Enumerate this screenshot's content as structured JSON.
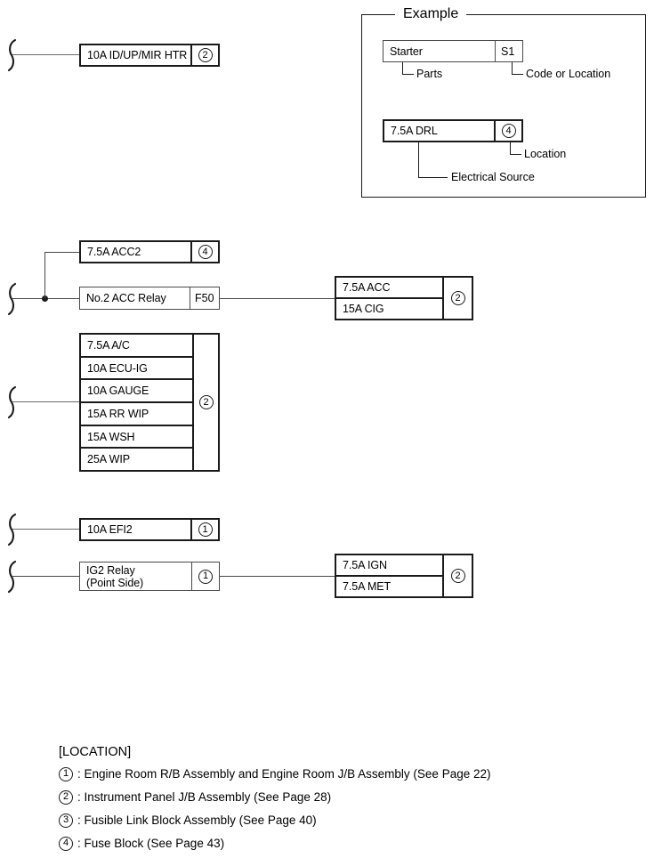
{
  "example": {
    "title": "Example",
    "rows": [
      {
        "name": "Starter",
        "end": "S1",
        "end_type": "text",
        "callout_left": "Parts",
        "callout_right": "Code or Location"
      },
      {
        "name": "7.5A DRL",
        "end": "4",
        "end_type": "circle",
        "callout_left": "Electrical Source",
        "callout_right": "Location"
      }
    ]
  },
  "circuits": [
    {
      "id": "id-up-mir-htr",
      "style": "bold",
      "rows": [
        "10A ID/UP/MIR HTR"
      ],
      "end": "2",
      "end_type": "circle"
    },
    {
      "id": "acc2",
      "style": "bold",
      "rows": [
        "7.5A ACC2"
      ],
      "end": "4",
      "end_type": "circle"
    },
    {
      "id": "no2-acc-relay",
      "style": "thin",
      "rows": [
        "No.2 ACC Relay"
      ],
      "end": "F50",
      "end_type": "text"
    },
    {
      "id": "acc-cig-block",
      "style": "bold",
      "rows": [
        "7.5A ACC",
        "15A CIG"
      ],
      "end": "2",
      "end_type": "circle"
    },
    {
      "id": "ip-jb-block",
      "style": "bold",
      "rows": [
        "7.5A A/C",
        "10A ECU-IG",
        "10A GAUGE",
        "15A RR WIP",
        "15A WSH",
        "25A WIP"
      ],
      "end": "2",
      "end_type": "circle"
    },
    {
      "id": "efi2",
      "style": "bold",
      "rows": [
        "10A EFI2"
      ],
      "end": "1",
      "end_type": "circle"
    },
    {
      "id": "ig2-relay",
      "style": "thin",
      "rows": [
        "IG2 Relay\n(Point Side)"
      ],
      "end": "1",
      "end_type": "circle"
    },
    {
      "id": "ign-met-block",
      "style": "bold",
      "rows": [
        "7.5A IGN",
        "7.5A MET"
      ],
      "end": "2",
      "end_type": "circle"
    }
  ],
  "legend": {
    "title": "[LOCATION]",
    "items": [
      {
        "num": "1",
        "text": ": Engine Room R/B Assembly and Engine Room J/B Assembly (See Page 22)"
      },
      {
        "num": "2",
        "text": ": Instrument Panel J/B Assembly (See Page 28)"
      },
      {
        "num": "3",
        "text": ": Fusible Link Block Assembly (See Page 40)"
      },
      {
        "num": "4",
        "text": ": Fuse Block (See Page 43)"
      }
    ]
  },
  "colors": {
    "ink": "#1a1a1a",
    "wire": "#6b6b6b",
    "background": "#ffffff"
  }
}
